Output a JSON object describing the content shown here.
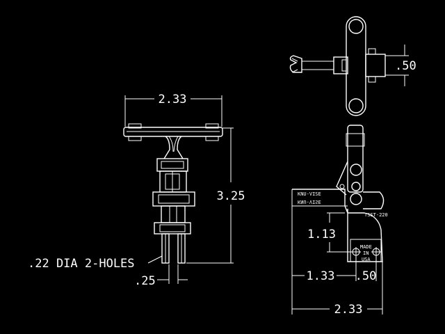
{
  "colors": {
    "background": "#000000",
    "line": "#ffffff"
  },
  "front_view": {
    "width_label": "2.33",
    "height_label": "3.25",
    "hole_label": ".22 DIA 2-HOLES",
    "hole_spacing_label": ".25"
  },
  "top_view": {
    "spread_label": ".50"
  },
  "side_view": {
    "brand_label": "KNU-VISE",
    "brand_mirrored_label": "KNU-VISE",
    "model_label": "TSST-220",
    "made_label_1": "MADE",
    "made_label_2": "IN",
    "made_label_3": "USA",
    "lift_label": "1.13",
    "offset_label": "1.33",
    "hole_offset_label": ".50",
    "total_label": "2.33"
  }
}
